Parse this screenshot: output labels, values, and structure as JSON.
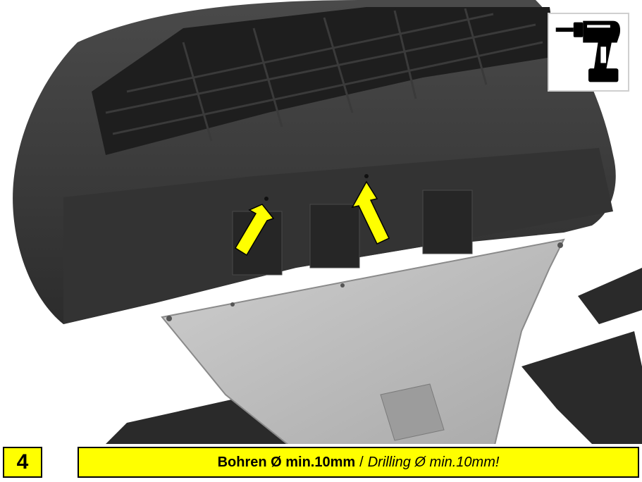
{
  "step": {
    "number": "4"
  },
  "caption": {
    "de": "Bohren Ø min.10mm",
    "separator": "/",
    "en": "Drilling Ø min.10mm!"
  },
  "icons": {
    "tool": "cordless-drill-icon",
    "markers": "arrow-icon"
  },
  "colors": {
    "highlight": "#ffff00",
    "arrow": "#ffff00",
    "bumper": "#3a3a3a",
    "skid_plate": "#bdbdbd"
  }
}
